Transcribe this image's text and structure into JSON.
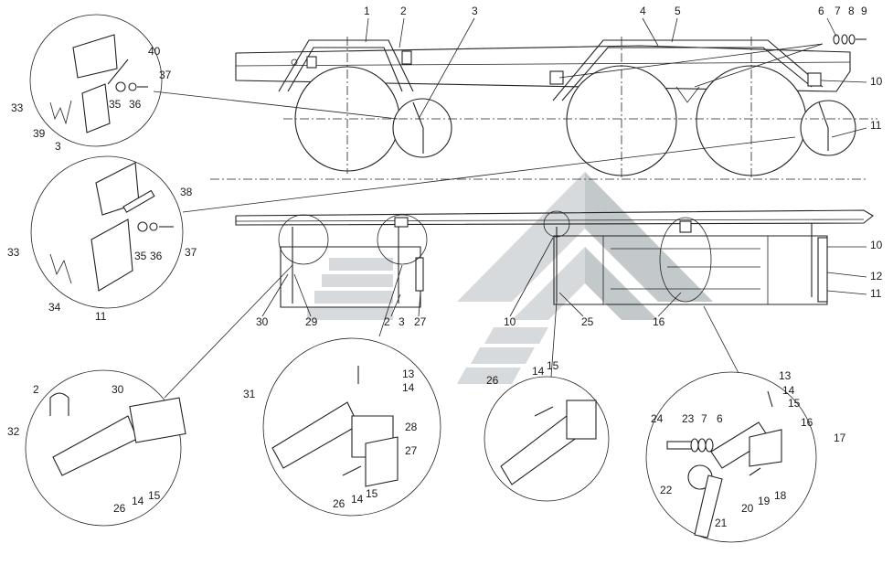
{
  "diagram": {
    "callouts": [
      {
        "id": "c1",
        "text": "1"
      },
      {
        "id": "c2",
        "text": "2"
      },
      {
        "id": "c3",
        "text": "3"
      },
      {
        "id": "c4",
        "text": "4"
      },
      {
        "id": "c5",
        "text": "5"
      },
      {
        "id": "c6",
        "text": "6"
      },
      {
        "id": "c7",
        "text": "7"
      },
      {
        "id": "c8",
        "text": "8"
      },
      {
        "id": "c9",
        "text": "9"
      },
      {
        "id": "c10",
        "text": "10"
      },
      {
        "id": "c11",
        "text": "11"
      },
      {
        "id": "c40",
        "text": "40"
      },
      {
        "id": "c37a",
        "text": "37"
      },
      {
        "id": "c33a",
        "text": "33"
      },
      {
        "id": "c35a",
        "text": "35"
      },
      {
        "id": "c36a",
        "text": "36"
      },
      {
        "id": "c39",
        "text": "39"
      },
      {
        "id": "c3b",
        "text": "3"
      },
      {
        "id": "c38",
        "text": "38"
      },
      {
        "id": "c33b",
        "text": "33"
      },
      {
        "id": "c35b",
        "text": "35"
      },
      {
        "id": "c36b",
        "text": "36"
      },
      {
        "id": "c37b",
        "text": "37"
      },
      {
        "id": "c34",
        "text": "34"
      },
      {
        "id": "c11b",
        "text": "11"
      },
      {
        "id": "c10b",
        "text": "10"
      },
      {
        "id": "c12",
        "text": "12"
      },
      {
        "id": "c11c",
        "text": "11"
      },
      {
        "id": "c30a",
        "text": "30"
      },
      {
        "id": "c29",
        "text": "29"
      },
      {
        "id": "c2b",
        "text": "2"
      },
      {
        "id": "c3c",
        "text": "3"
      },
      {
        "id": "c27a",
        "text": "27"
      },
      {
        "id": "c10c",
        "text": "10"
      },
      {
        "id": "c25",
        "text": "25"
      },
      {
        "id": "c16a",
        "text": "16"
      },
      {
        "id": "c2c",
        "text": "2"
      },
      {
        "id": "c32",
        "text": "32"
      },
      {
        "id": "c30b",
        "text": "30"
      },
      {
        "id": "c26a",
        "text": "26"
      },
      {
        "id": "c14a",
        "text": "14"
      },
      {
        "id": "c15a",
        "text": "15"
      },
      {
        "id": "c31",
        "text": "31"
      },
      {
        "id": "c13a",
        "text": "13"
      },
      {
        "id": "c14b",
        "text": "14"
      },
      {
        "id": "c28",
        "text": "28"
      },
      {
        "id": "c27b",
        "text": "27"
      },
      {
        "id": "c26b",
        "text": "26"
      },
      {
        "id": "c14c",
        "text": "14"
      },
      {
        "id": "c15b",
        "text": "15"
      },
      {
        "id": "c26c",
        "text": "26"
      },
      {
        "id": "c14d",
        "text": "14"
      },
      {
        "id": "c15c",
        "text": "15"
      },
      {
        "id": "c13b",
        "text": "13"
      },
      {
        "id": "c14e",
        "text": "14"
      },
      {
        "id": "c15d",
        "text": "15"
      },
      {
        "id": "c16b",
        "text": "16"
      },
      {
        "id": "c17",
        "text": "17"
      },
      {
        "id": "c24",
        "text": "24"
      },
      {
        "id": "c23",
        "text": "23"
      },
      {
        "id": "c7b",
        "text": "7"
      },
      {
        "id": "c6b",
        "text": "6"
      },
      {
        "id": "c22",
        "text": "22"
      },
      {
        "id": "c20",
        "text": "20"
      },
      {
        "id": "c19",
        "text": "19"
      },
      {
        "id": "c18",
        "text": "18"
      },
      {
        "id": "c21",
        "text": "21"
      }
    ]
  }
}
